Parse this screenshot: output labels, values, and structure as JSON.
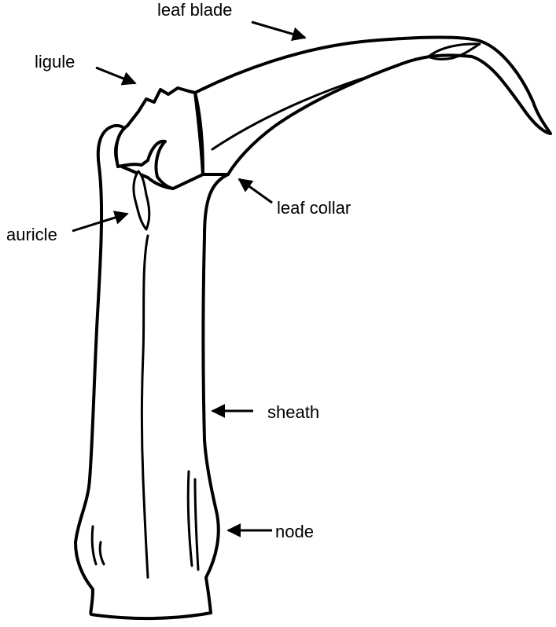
{
  "labels": {
    "leaf_blade": "leaf blade",
    "ligule": "ligule",
    "auricle": "auricle",
    "leaf_collar": "leaf collar",
    "sheath": "sheath",
    "node": "node"
  },
  "colors": {
    "ink": "#000000",
    "background": "#ffffff"
  }
}
